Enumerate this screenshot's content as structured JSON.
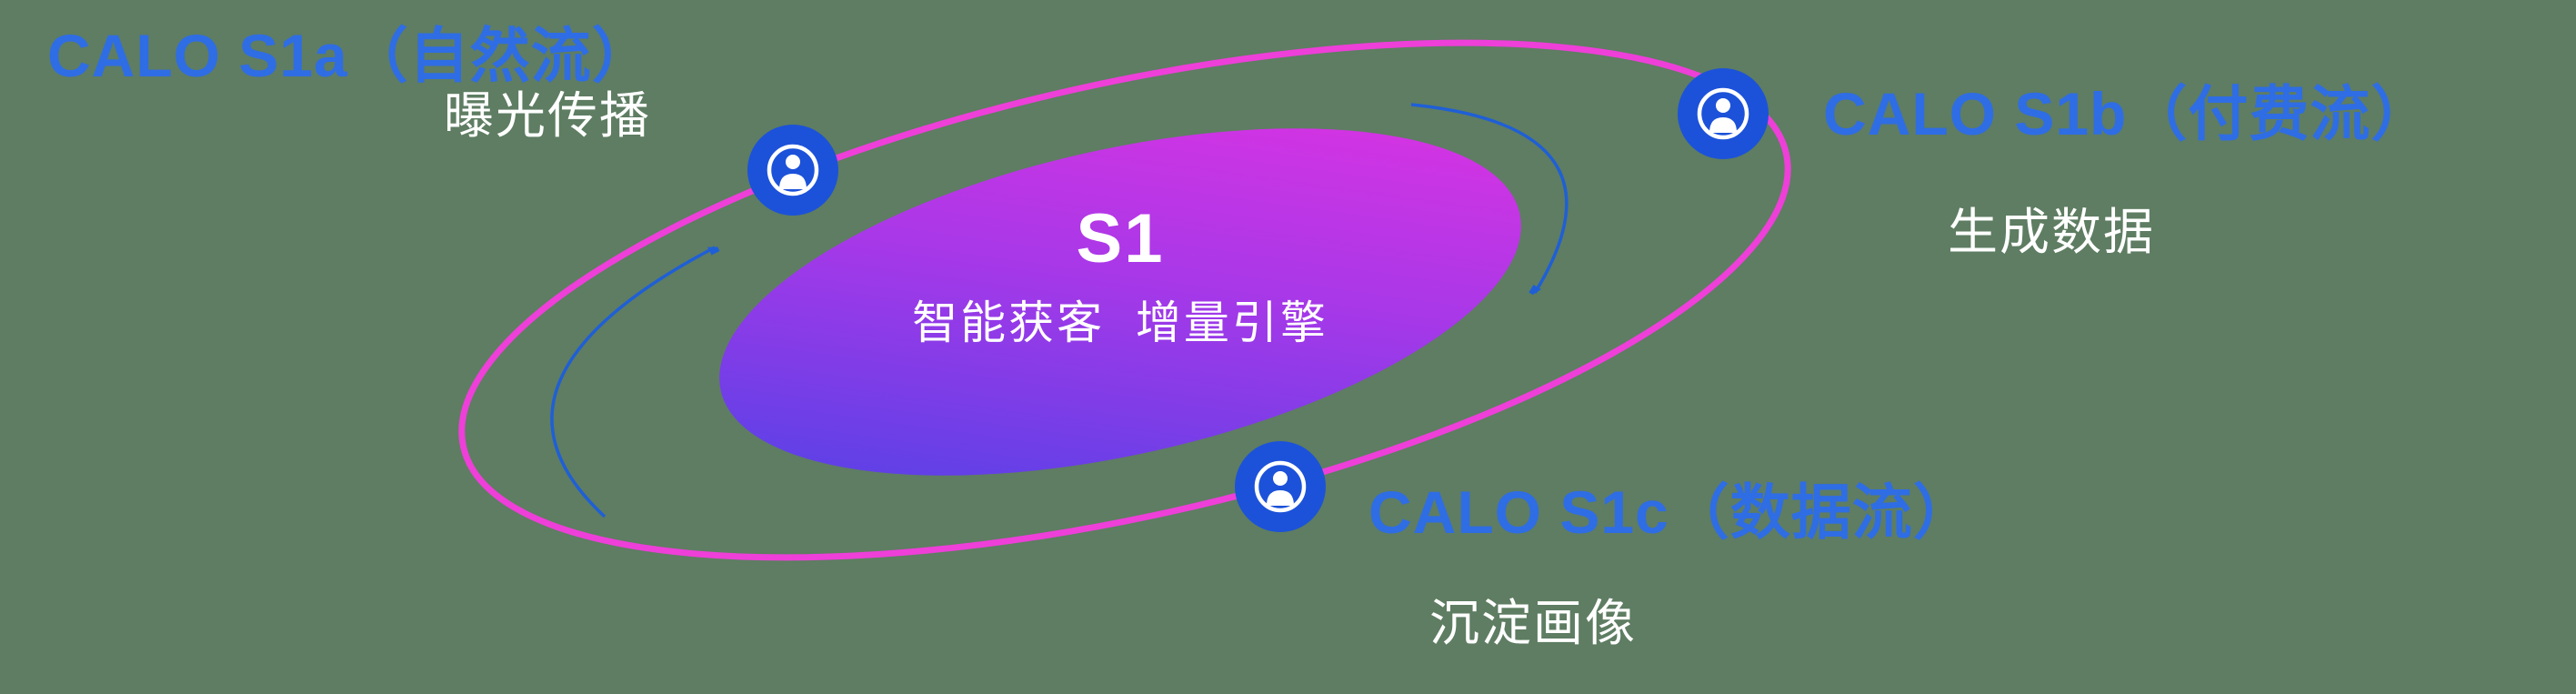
{
  "diagram": {
    "background": "#5e7d62",
    "center": {
      "title": "S1",
      "subtitle": "智能获客  增量引擎"
    },
    "nodes": [
      {
        "id": "s1a",
        "label": "CALO S1a（自然流）",
        "sublabel": "曝光传播",
        "icon": "user-icon",
        "position": "top-left"
      },
      {
        "id": "s1b",
        "label": "CALO S1b（付费流）",
        "sublabel": "生成数据",
        "icon": "user-icon",
        "position": "top-right"
      },
      {
        "id": "s1c",
        "label": "CALO S1c（数据流）",
        "sublabel": "沉淀画像",
        "icon": "user-icon",
        "position": "bottom-center"
      }
    ],
    "colors": {
      "title_blue": "#2f6de4",
      "label_white": "#ffffff",
      "orbit_pink": "#ee3fd9",
      "node_blue": "#1c52d9",
      "arrow_blue": "#1f5fd6",
      "gradient_start": "#4743e6",
      "gradient_mid": "#a838e8",
      "gradient_end": "#e532e0"
    }
  }
}
